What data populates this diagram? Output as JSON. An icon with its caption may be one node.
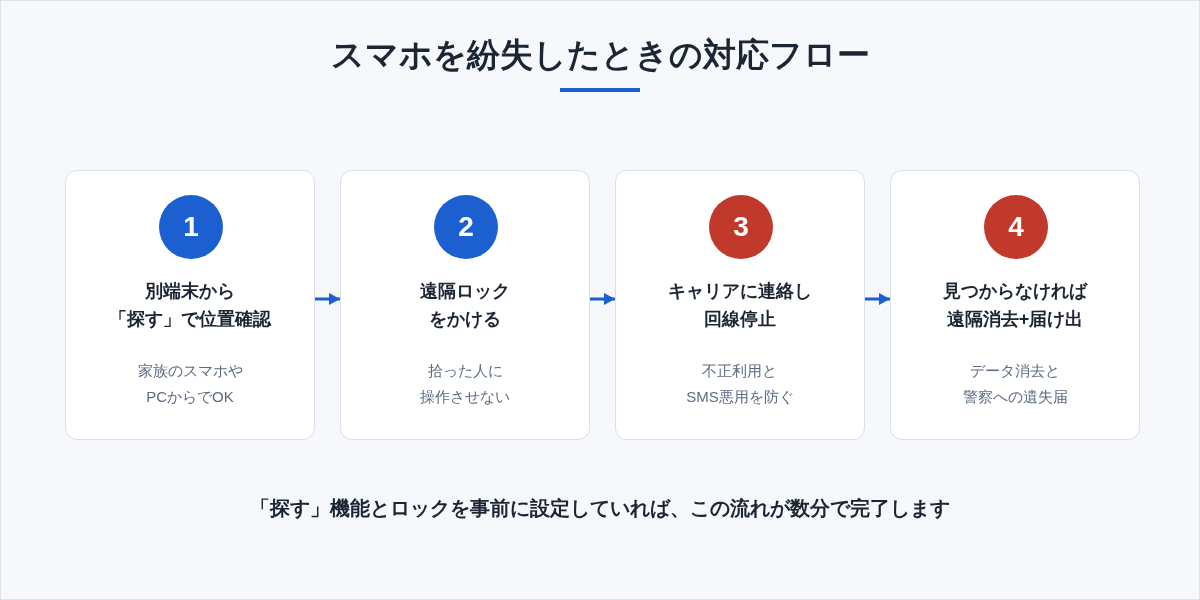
{
  "diagram": {
    "title": "スマホを紛失したときの対応フロー",
    "nodes": [
      {
        "text": [
          "別端末から「探す」で位置確認",
          "家族のスマホやPCからでOK"
        ]
      },
      {
        "text": [
          "1"
        ],
        "in": 0
      },
      {
        "text": [
          "遠隔ロックをかける",
          "拾った人に操作させない"
        ]
      },
      {
        "text": [
          "2"
        ],
        "in": 2
      },
      {
        "text": [
          "キャリアに連絡し回線停止",
          "不正利用とSMS悪用を防ぐ"
        ]
      },
      {
        "text": [
          "3"
        ],
        "in": 4
      },
      {
        "text": [
          "見つからなければ遠隔消去+届け出",
          "データ消去と警察への遺失届"
        ]
      },
      {
        "text": [
          "4"
        ],
        "in": 6
      }
    ],
    "edges": [
      {
        "from": 0,
        "to": 2,
        "arrow": "to"
      },
      {
        "from": 2,
        "to": 4,
        "arrow": "to"
      },
      {
        "from": 4,
        "to": 6,
        "arrow": "to"
      }
    ],
    "caption": "「探す」機能とロックを事前に設定していれば、この流れが数分で完了します"
  }
}
